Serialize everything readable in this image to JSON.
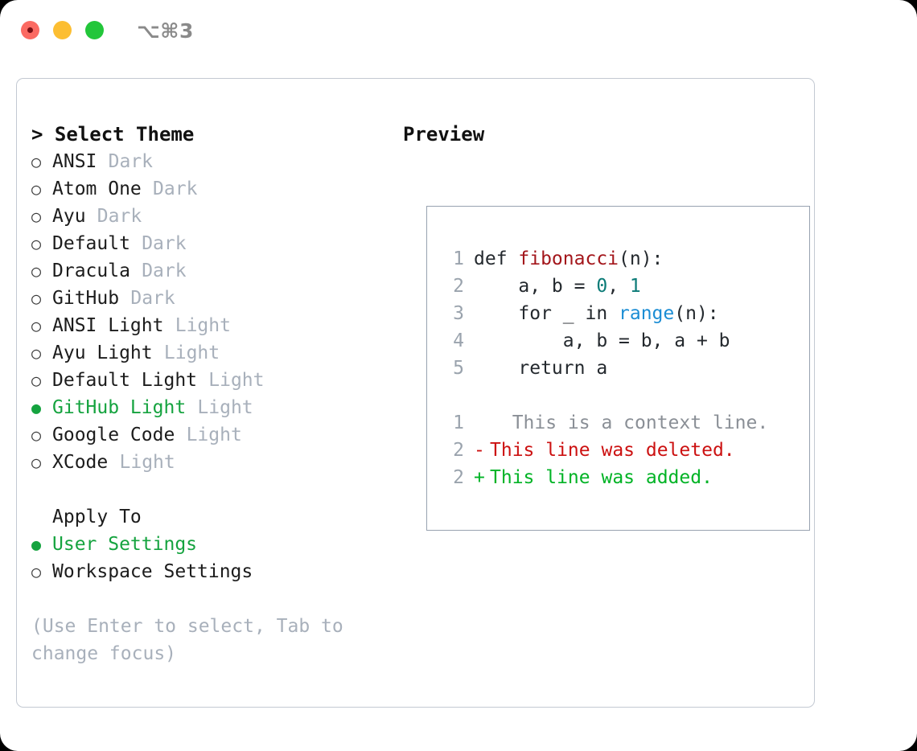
{
  "window": {
    "traffic_lights": [
      "close-button",
      "minimize-button",
      "maximize-button"
    ],
    "shortcut": "⌥⌘3"
  },
  "theme_picker": {
    "heading": "> Select Theme",
    "caret": ">",
    "heading_text": "Select Theme",
    "selected_bullet": "●",
    "unselected_bullet": "○",
    "accent_color": "#15a33f",
    "variant_color": "#a8b0bb",
    "items": [
      {
        "name": "ANSI",
        "variant": "Dark",
        "selected": false
      },
      {
        "name": "Atom One",
        "variant": "Dark",
        "selected": false
      },
      {
        "name": "Ayu",
        "variant": "Dark",
        "selected": false
      },
      {
        "name": "Default",
        "variant": "Dark",
        "selected": false
      },
      {
        "name": "Dracula",
        "variant": "Dark",
        "selected": false
      },
      {
        "name": "GitHub",
        "variant": "Dark",
        "selected": false
      },
      {
        "name": "ANSI Light",
        "variant": "Light",
        "selected": false
      },
      {
        "name": "Ayu Light",
        "variant": "Light",
        "selected": false
      },
      {
        "name": "Default Light",
        "variant": "Light",
        "selected": false
      },
      {
        "name": "GitHub Light",
        "variant": "Light",
        "selected": true
      },
      {
        "name": "Google Code",
        "variant": "Light",
        "selected": false
      },
      {
        "name": "XCode",
        "variant": "Light",
        "selected": false
      }
    ]
  },
  "apply_to": {
    "heading": "Apply To",
    "options": [
      {
        "name": "User Settings",
        "selected": true
      },
      {
        "name": "Workspace Settings",
        "selected": false
      }
    ]
  },
  "hint": "(Use Enter to select, Tab to change focus)",
  "preview": {
    "heading": "Preview",
    "code": [
      {
        "num": "1",
        "parts": [
          {
            "t": "def ",
            "c": "plain"
          },
          {
            "t": "fibonacci",
            "c": "fn"
          },
          {
            "t": "(n):",
            "c": "plain"
          }
        ]
      },
      {
        "num": "2",
        "parts": [
          {
            "t": "    a, b = ",
            "c": "plain"
          },
          {
            "t": "0",
            "c": "num"
          },
          {
            "t": ", ",
            "c": "plain"
          },
          {
            "t": "1",
            "c": "num"
          }
        ]
      },
      {
        "num": "3",
        "parts": [
          {
            "t": "    for _ in ",
            "c": "plain"
          },
          {
            "t": "range",
            "c": "call"
          },
          {
            "t": "(n):",
            "c": "plain"
          }
        ]
      },
      {
        "num": "4",
        "parts": [
          {
            "t": "        a, b = b, a + b",
            "c": "plain"
          }
        ]
      },
      {
        "num": "5",
        "parts": [
          {
            "t": "    return a",
            "c": "plain"
          }
        ]
      }
    ],
    "diff": [
      {
        "num": "1",
        "mark": " ",
        "text": "  This is a context line.",
        "kind": "ctx"
      },
      {
        "num": "2",
        "mark": "-",
        "text": "This line was deleted.",
        "kind": "del"
      },
      {
        "num": "2",
        "mark": "+",
        "text": "This line was added.",
        "kind": "add"
      }
    ]
  }
}
